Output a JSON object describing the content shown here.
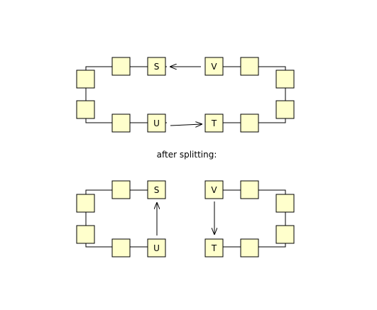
{
  "caption": "after splitting:",
  "node_labels": {
    "s": "S",
    "u": "U",
    "v": "V",
    "t": "T"
  },
  "colors": {
    "node_fill": "#ffffcc",
    "stroke": "#000000",
    "background": "#ffffff"
  }
}
